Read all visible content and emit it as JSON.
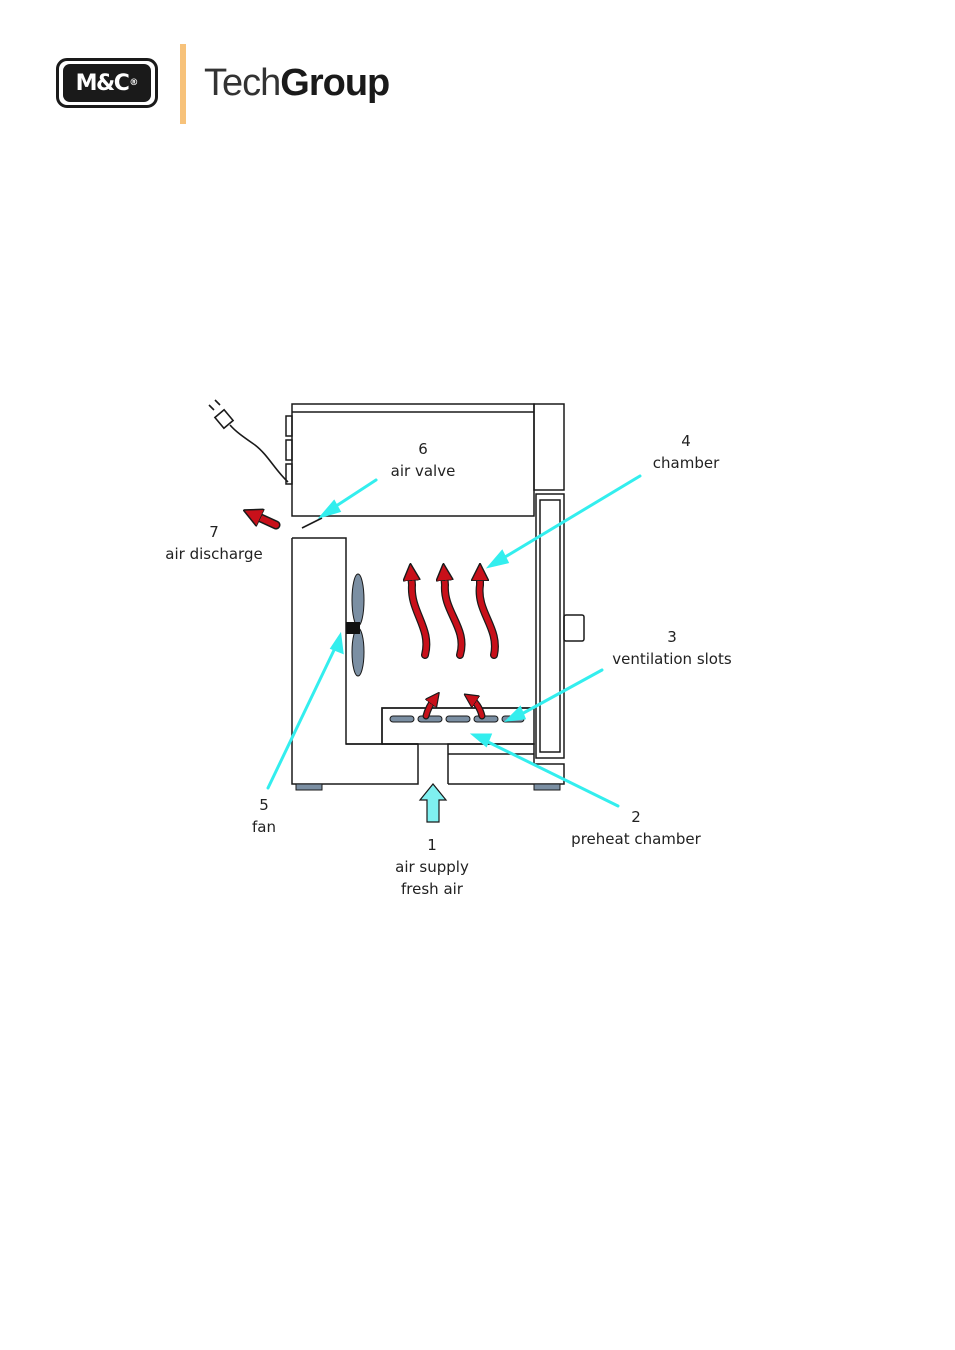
{
  "header": {
    "logo_text": "M&C",
    "logo_mark": "®",
    "brand_light": "Tech",
    "brand_bold": "Group"
  },
  "labels": [
    {
      "id": "air-supply",
      "number": "1",
      "lines": [
        "air supply",
        "fresh air"
      ]
    },
    {
      "id": "preheat-chamber",
      "number": "2",
      "lines": [
        "preheat chamber"
      ]
    },
    {
      "id": "ventilation-slots",
      "number": "3",
      "lines": [
        "ventilation slots"
      ]
    },
    {
      "id": "chamber",
      "number": "4",
      "lines": [
        "chamber"
      ]
    },
    {
      "id": "fan",
      "number": "5",
      "lines": [
        "fan"
      ]
    },
    {
      "id": "air-valve",
      "number": "6",
      "lines": [
        "air valve"
      ]
    },
    {
      "id": "air-discharge",
      "number": "7",
      "lines": [
        "air discharge"
      ]
    }
  ],
  "colors": {
    "outline": "#1a1a1a",
    "leader": "#33eeee",
    "hot_air": "#c8101a",
    "fan_blade": "#7b8fa3",
    "logo_bar": "#f7c27a"
  }
}
